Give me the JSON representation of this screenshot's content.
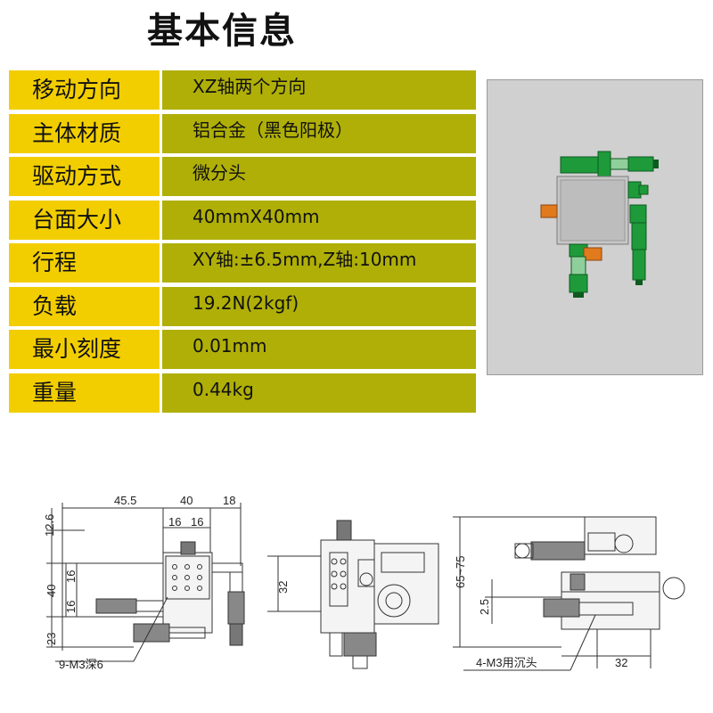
{
  "title": "基本信息",
  "specs": [
    {
      "label": "移动方向",
      "value": "XZ轴两个方向"
    },
    {
      "label": "主体材质",
      "value": "铝合金（黑色阳极）"
    },
    {
      "label": "驱动方式",
      "value": "微分头"
    },
    {
      "label": "台面大小",
      "value": "40mmX40mm"
    },
    {
      "label": "行程",
      "value": "XY轴:±6.5mm,Z轴:10mm"
    },
    {
      "label": "负载",
      "value": "19.2N(2kgf)"
    },
    {
      "label": "最小刻度",
      "value": "0.01mm"
    },
    {
      "label": "重量",
      "value": "0.44kg"
    }
  ],
  "colors": {
    "label_bg": "#f2ce00",
    "value_bg": "#afaf08",
    "photo_bg": "#d0d0d0",
    "part_green": "#1e9a3a",
    "part_orange": "#e07a1c"
  },
  "drawing": {
    "front": {
      "d1": "45.5",
      "d2": "40",
      "d3": "18",
      "d4": "16",
      "d5": "16",
      "d6": "12.6",
      "d7": "16",
      "d8": "16",
      "d9": "40",
      "d10": "23",
      "note": "9-M3深6"
    },
    "side": {
      "d1": "32"
    },
    "right": {
      "d1": "65~75",
      "d2": "2.5",
      "d3": "32",
      "note": "4-M3用沉头"
    }
  }
}
